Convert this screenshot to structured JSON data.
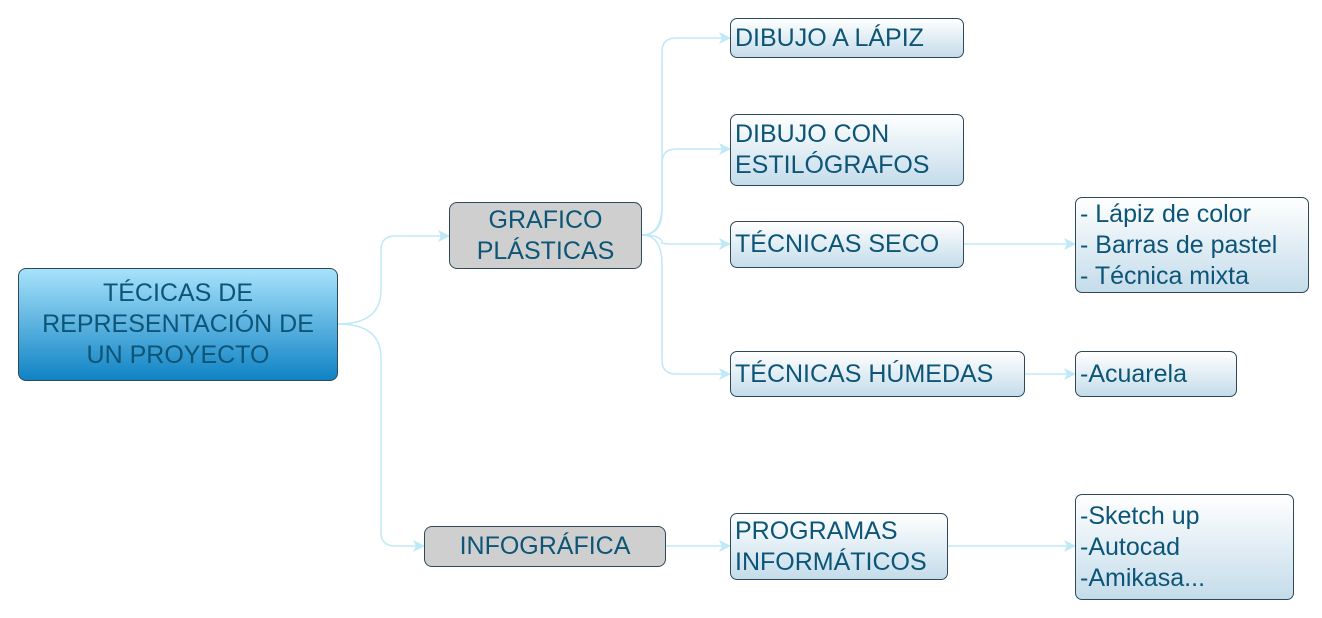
{
  "diagram": {
    "root": {
      "lines": [
        "TÉCICAS DE",
        "REPRESENTACIÓN DE",
        "UN PROYECTO"
      ]
    },
    "branches": {
      "grafico": {
        "lines": [
          "GRAFICO",
          "PLÁSTICAS"
        ]
      },
      "infografica": {
        "lines": [
          "INFOGRÁFICA"
        ]
      }
    },
    "subtopics": {
      "lapiz": {
        "lines": [
          "DIBUJO A LÁPIZ"
        ]
      },
      "estilografos": {
        "lines": [
          "DIBUJO CON",
          "ESTILÓGRAFOS"
        ]
      },
      "seco": {
        "lines": [
          "TÉCNICAS SECO"
        ]
      },
      "humedas": {
        "lines": [
          "TÉCNICAS HÚMEDAS"
        ]
      },
      "programas": {
        "lines": [
          "PROGRAMAS",
          "INFORMÁTICOS"
        ]
      }
    },
    "details": {
      "seco": {
        "lines": [
          "- Lápiz de color",
          "- Barras de pastel",
          "- Técnica mixta"
        ]
      },
      "humedas": {
        "lines": [
          "-Acuarela"
        ]
      },
      "programas": {
        "lines": [
          "-Sketch up",
          "-Autocad",
          "-Amikasa..."
        ]
      }
    },
    "colors": {
      "connector": "#bfe9f7",
      "root_top": "#a8e2fb",
      "root_bottom": "#0f83c4",
      "branch_fill": "#cfcfcf",
      "text": "#0d5577"
    }
  }
}
